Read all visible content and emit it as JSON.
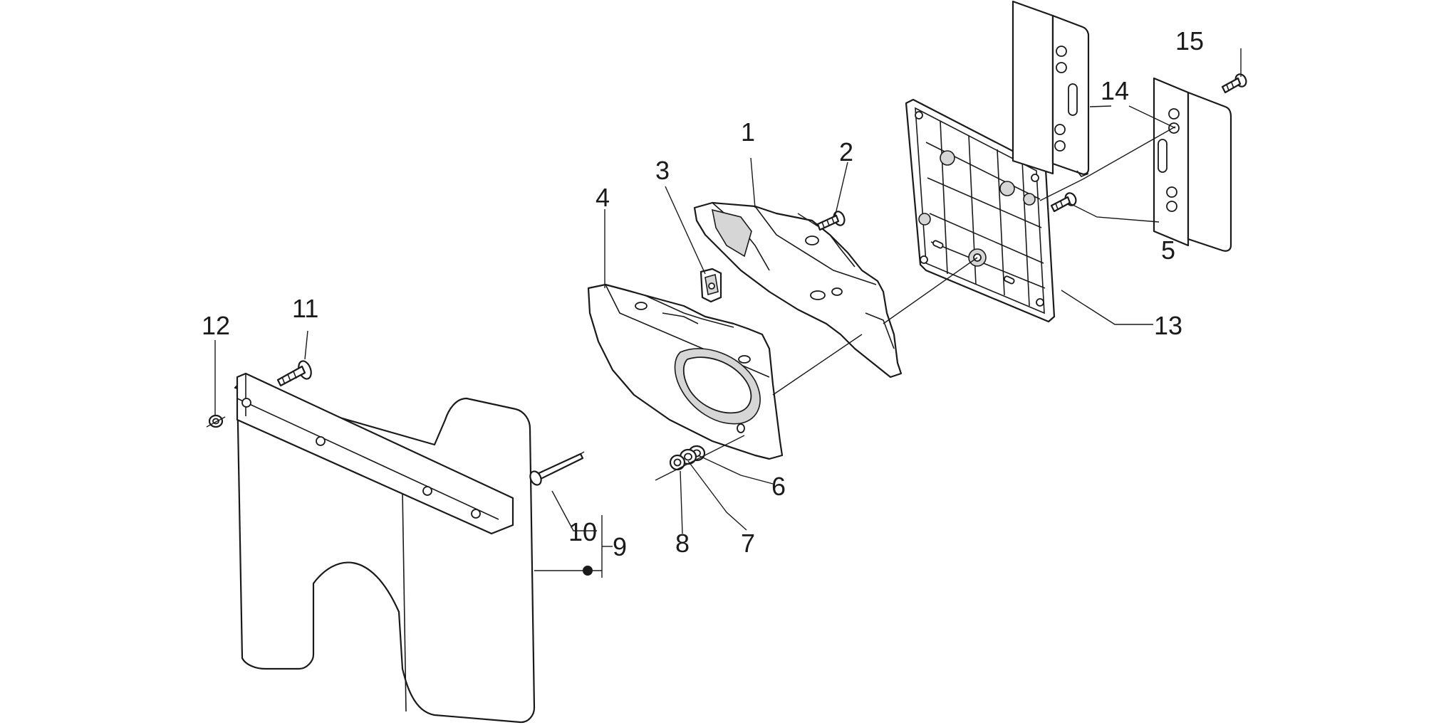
{
  "callouts": {
    "c1": "1",
    "c2": "2",
    "c3": "3",
    "c4": "4",
    "c5": "5",
    "c6": "6",
    "c7": "7",
    "c8": "8",
    "c9": "9",
    "c10": "10",
    "c11": "11",
    "c12": "12",
    "c13": "13",
    "c14": "14",
    "c15": "15"
  },
  "colors": {
    "line": "#1a1a1a",
    "background": "#ffffff",
    "shade": "#d6d6d6"
  }
}
